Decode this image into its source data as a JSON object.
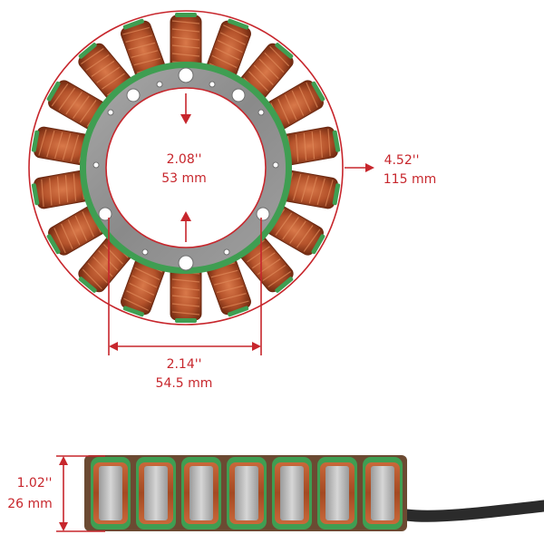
{
  "image": {
    "subject": "stator",
    "accent_color": "#c7262c",
    "coil_color": "#b5532b",
    "insulation_color": "#3f9e52",
    "core_color": "#8e8e8e"
  },
  "dimensions": {
    "inner_diameter": {
      "inch": "2.08''",
      "mm": "53 mm"
    },
    "outer_diameter": {
      "inch": "4.52''",
      "mm": "115 mm"
    },
    "bolt_spacing": {
      "inch": "2.14''",
      "mm": "54.5 mm"
    },
    "height": {
      "inch": "1.02''",
      "mm": "26 mm"
    }
  }
}
